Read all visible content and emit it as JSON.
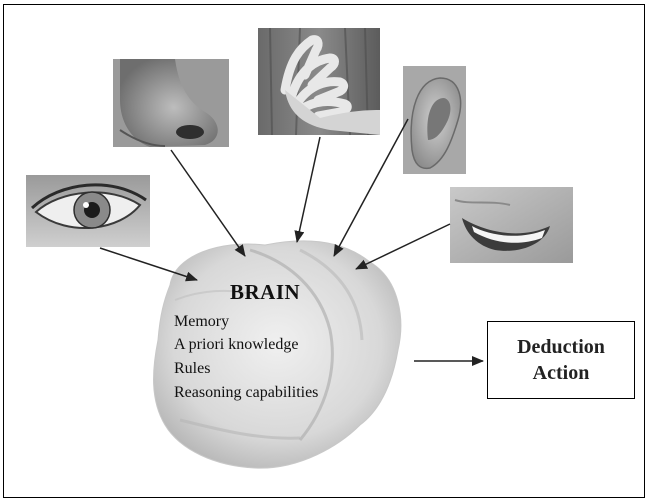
{
  "brain": {
    "title": "BRAIN",
    "items": [
      "Memory",
      "A priori knowledge",
      "Rules",
      "Reasoning capabilities"
    ]
  },
  "output": {
    "line1": "Deduction",
    "line2": "Action"
  },
  "senses": [
    {
      "name": "eye",
      "image": "eye photograph"
    },
    {
      "name": "nose",
      "image": "nose photograph"
    },
    {
      "name": "hand",
      "image": "hand on tree bark photograph"
    },
    {
      "name": "ear",
      "image": "ear photograph"
    },
    {
      "name": "mouth",
      "image": "smiling mouth photograph"
    }
  ],
  "colors": {
    "frame": "#000000",
    "arrows": "#222222",
    "brain": "#b8b8b8"
  }
}
